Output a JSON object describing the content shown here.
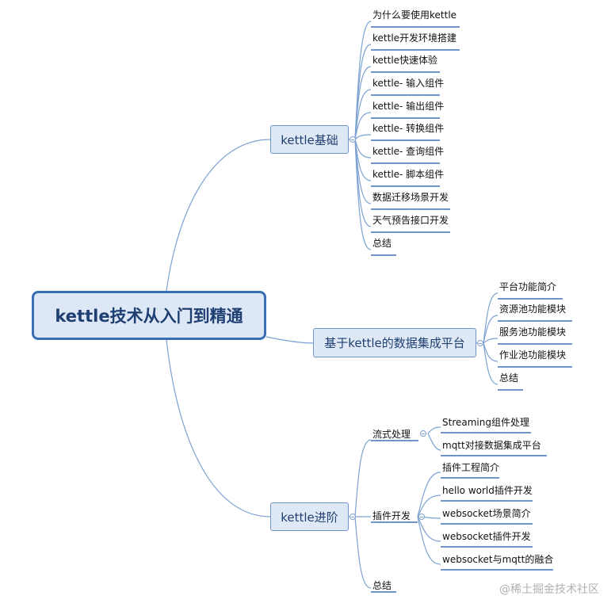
{
  "root": {
    "label": "kettle技术从入门到精通"
  },
  "branches": [
    {
      "label": "kettle基础",
      "children": [
        "为什么要使用kettle",
        "kettle开发环境搭建",
        "kettle快速体验",
        "kettle- 输入组件",
        "kettle- 输出组件",
        "kettle- 转换组件",
        "kettle- 查询组件",
        "kettle- 脚本组件",
        "数据迁移场景开发",
        "天气预告接口开发",
        "总结"
      ]
    },
    {
      "label": "基于kettle的数据集成平台",
      "children": [
        "平台功能简介",
        "资源池功能模块",
        "服务池功能模块",
        "作业池功能模块",
        "总结"
      ]
    },
    {
      "label": "kettle进阶",
      "children": [
        {
          "label": "流式处理",
          "children": [
            "Streaming组件处理",
            "mqtt对接数据集成平台"
          ]
        },
        {
          "label": "插件开发",
          "children": [
            "插件工程简介",
            "hello world插件开发",
            "websocket场景简介",
            "websocket插件开发",
            "websocket与mqtt的融合"
          ]
        },
        {
          "label": "总结"
        }
      ]
    }
  ],
  "watermark": "@稀土掘金技术社区",
  "colors": {
    "line": "#6f95c9",
    "root_border": "#3b6fb5",
    "branch_fill": "#dfe8f5"
  }
}
